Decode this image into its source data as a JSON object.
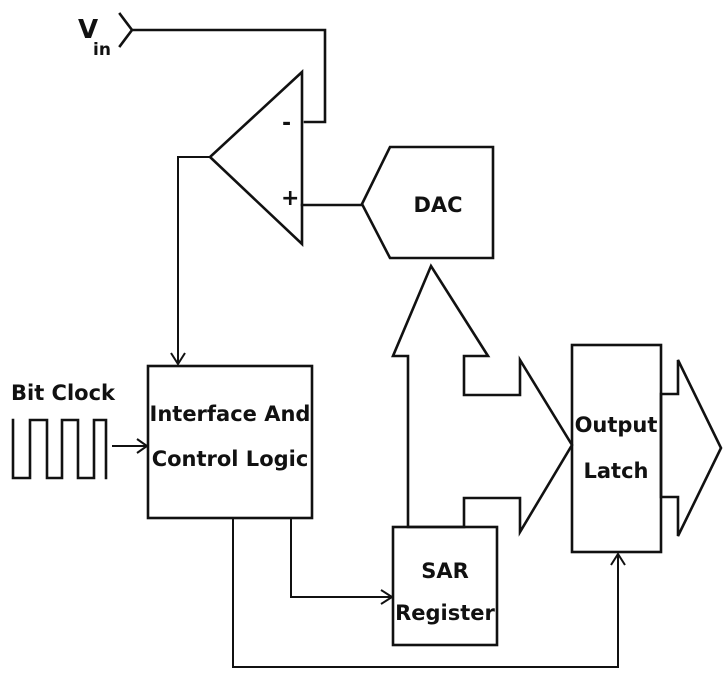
{
  "labels": {
    "vin_main": "V",
    "vin_sub": "in",
    "comparator_minus": "-",
    "comparator_plus": "+",
    "dac": "DAC",
    "bit_clock": "Bit Clock",
    "control_line1": "Interface And",
    "control_line2": "Control Logic",
    "sar_line1": "SAR",
    "sar_line2": "Register",
    "latch_line1": "Output",
    "latch_line2": "Latch"
  },
  "colors": {
    "ink": "#111111",
    "background": "#ffffff"
  }
}
